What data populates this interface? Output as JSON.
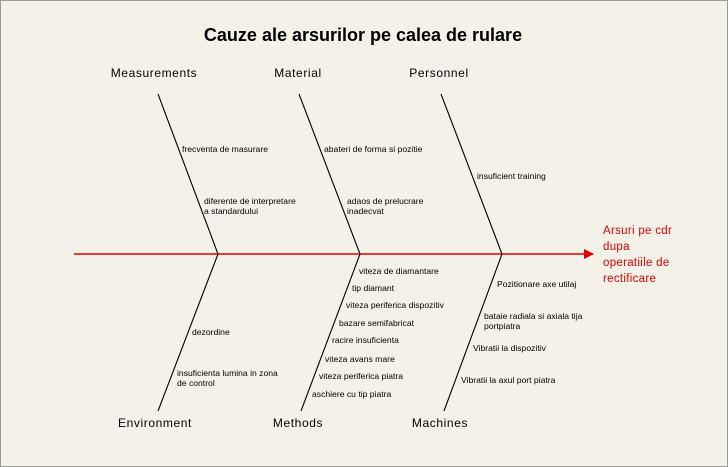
{
  "title": "Cauze ale arsurilor pe calea de rulare",
  "effect": {
    "lines": [
      "Arsuri pe cdr",
      "dupa",
      "operatiile de",
      "rectificare"
    ],
    "color": "#e00000"
  },
  "colors": {
    "spine": "#e00000",
    "bone": "#000000",
    "background": "#f4f2e8"
  },
  "categories": [
    {
      "id": "measurements",
      "label": "Measurements",
      "side": "top",
      "causes": [
        [
          "frecventa de masurare"
        ],
        [
          "diferente de interpretare",
          "a standardului"
        ]
      ]
    },
    {
      "id": "material",
      "label": "Material",
      "side": "top",
      "causes": [
        [
          "abateri de forma si pozitie"
        ],
        [
          "adaos de prelucrare",
          "inadecvat"
        ]
      ]
    },
    {
      "id": "personnel",
      "label": "Personnel",
      "side": "top",
      "causes": [
        [
          "insuficient training"
        ]
      ]
    },
    {
      "id": "environment",
      "label": "Environment",
      "side": "bottom",
      "causes": [
        [
          "dezordine"
        ],
        [
          "insuficienta lumina in zona",
          "de control"
        ]
      ]
    },
    {
      "id": "methods",
      "label": "Methods",
      "side": "bottom",
      "causes": [
        [
          "viteza de diamantare"
        ],
        [
          "tip diamant"
        ],
        [
          "viteza periferica dispozitiv"
        ],
        [
          "bazare semifabricat"
        ],
        [
          "racire insuficienta"
        ],
        [
          "viteza avans mare"
        ],
        [
          "viteza periferica piatra"
        ],
        [
          "aschiere cu tip piatra"
        ]
      ]
    },
    {
      "id": "machines",
      "label": "Machines",
      "side": "bottom",
      "causes": [
        [
          "Pozitionare axe utilaj"
        ],
        [
          "bataie radiala si axiala tija",
          "portpiatra"
        ],
        [
          "Vibratii la dispozitiv"
        ],
        [
          "Vibratii la axul port piatra"
        ]
      ]
    }
  ]
}
